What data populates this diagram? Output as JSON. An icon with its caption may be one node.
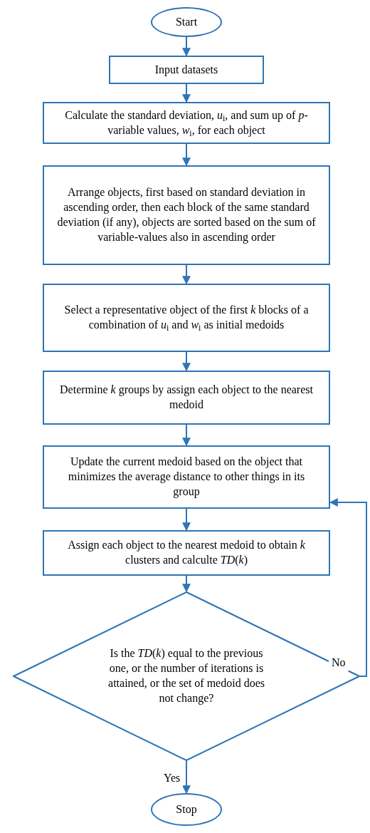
{
  "diagram": {
    "nodes": [
      {
        "text": [
          "Start"
        ]
      },
      {
        "text": [
          "Input datasets"
        ]
      },
      {
        "text": [
          "Calculate the standard deviation, *u*$_{i}$, and sum up of *p*-variable values, *w*$_{i}$, for each object"
        ]
      },
      {
        "text": [
          "Arrange objects, first based on standard deviation  in ascending order, then each block of the same standard deviation (if any), objects are sorted based on the sum of variable-values also in ascending order"
        ]
      },
      {
        "text": [
          "Select a representative object of the first *k* blocks of a combination of *u*$_{i}$ and *w*$_{i}$ as initial medoids"
        ]
      },
      {
        "text": [
          "Determine *k* groups by assign each object to the nearest medoid"
        ]
      },
      {
        "text": [
          "Update the current medoid based on the object that minimizes the average distance to other things in its group"
        ]
      },
      {
        "text": [
          "Assign each object to the nearest medoid to obtain *k* clusters and calculte *TD*(*k*)"
        ]
      },
      {
        "text": [
          "Is the *TD*(*k*) equal to the previous one, or the number of iterations is attained, or the set of medoid does not change?"
        ]
      },
      {
        "text": [
          "Stop"
        ]
      }
    ],
    "edges": [
      {
        "from": 0,
        "to": 1,
        "arrow": "to"
      },
      {
        "from": 1,
        "to": 2,
        "arrow": "to"
      },
      {
        "from": 2,
        "to": 3,
        "arrow": "to"
      },
      {
        "from": 3,
        "to": 4,
        "arrow": "to"
      },
      {
        "from": 4,
        "to": 5,
        "arrow": "to"
      },
      {
        "from": 5,
        "to": 6,
        "arrow": "to"
      },
      {
        "from": 6,
        "to": 7,
        "arrow": "to"
      },
      {
        "from": 7,
        "to": 8,
        "arrow": "to"
      },
      {
        "from": 8,
        "to": 6,
        "arrow": "to",
        "label": "No"
      },
      {
        "from": 8,
        "to": 9,
        "arrow": "to",
        "label": "Yes"
      }
    ]
  }
}
